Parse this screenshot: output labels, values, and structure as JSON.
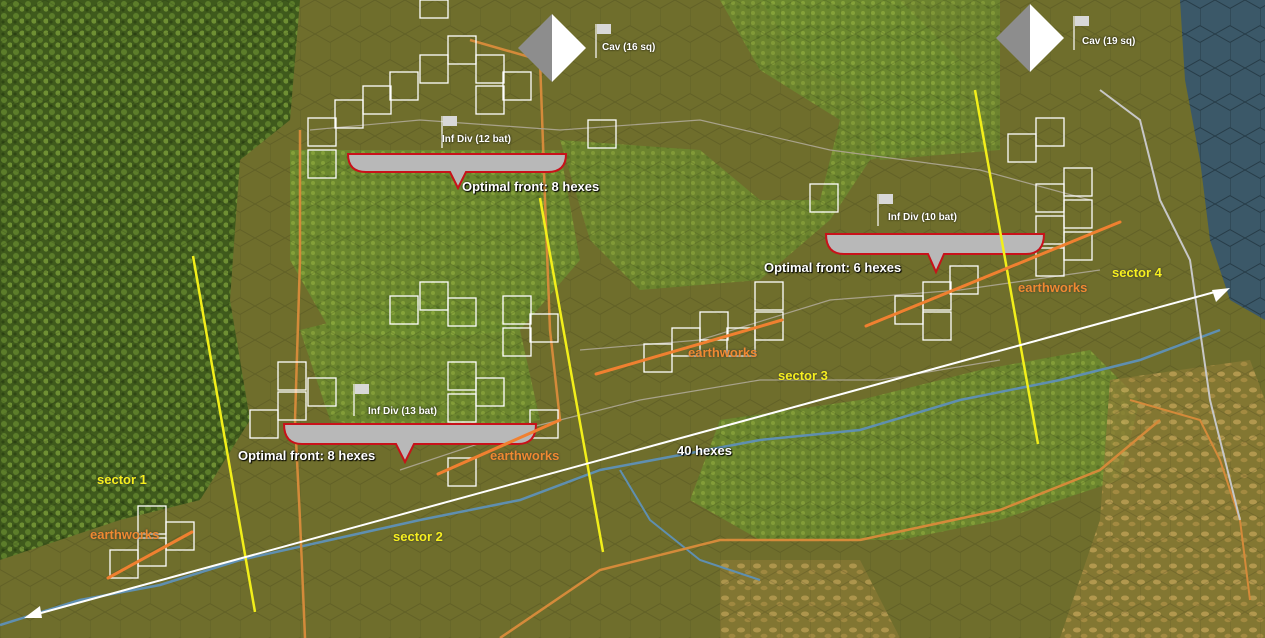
{
  "map": {
    "colors": {
      "field": "#6f6e2c",
      "forest": "#4d6a23",
      "wood": "#6d8c32",
      "sea": "#3e5a6a",
      "road": "#d48a3a",
      "river": "#5f8fb0",
      "sector_line": "#f2ef1a",
      "earthworks_line": "#f08030",
      "measure_line": "#ffffff",
      "bracket_fill": "#b8b8b8",
      "bracket_edge": "#c8121a"
    },
    "units": [
      {
        "icon": "flag-icon",
        "label": "Cav (16 sq)"
      },
      {
        "icon": "flag-icon",
        "label": "Cav (19 sq)"
      },
      {
        "icon": "flag-icon",
        "label": "Inf Div (12 bat)"
      },
      {
        "icon": "flag-icon",
        "label": "Inf Div (10  bat)"
      },
      {
        "icon": "flag-icon",
        "label": "Inf Div (13 bat)"
      }
    ],
    "fronts": [
      {
        "label": "Optimal front: 8 hexes"
      },
      {
        "label": "Optimal front: 6 hexes"
      },
      {
        "label": "Optimal front: 8 hexes"
      }
    ],
    "sectors": [
      "sector 1",
      "sector 2",
      "sector 3",
      "sector 4"
    ],
    "earthworks": [
      "earthworks",
      "earthworks",
      "earthworks",
      "earthworks"
    ],
    "distance": "40 hexes"
  }
}
